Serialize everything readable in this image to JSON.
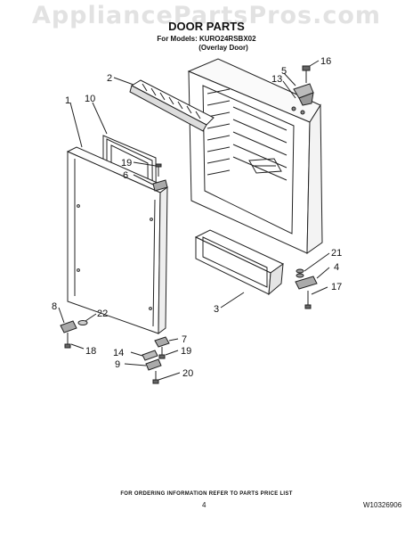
{
  "watermark": "AppliancePartsPros.com",
  "header": {
    "title": "DOOR PARTS",
    "models": "For Models: KURO24RSBX02",
    "variant": "(Overlay Door)"
  },
  "callouts": {
    "c1": "1",
    "c2": "2",
    "c3": "3",
    "c4": "4",
    "c5": "5",
    "c6": "6",
    "c7": "7",
    "c8": "8",
    "c9": "9",
    "c10": "10",
    "c13": "13",
    "c14": "14",
    "c16": "16",
    "c17": "17",
    "c18": "18",
    "c19a": "19",
    "c19b": "19",
    "c20": "20",
    "c21": "21",
    "c22": "22"
  },
  "footer": {
    "note": "FOR ORDERING INFORMATION REFER TO PARTS PRICE LIST",
    "page": "4",
    "doc_code": "W10326906"
  }
}
